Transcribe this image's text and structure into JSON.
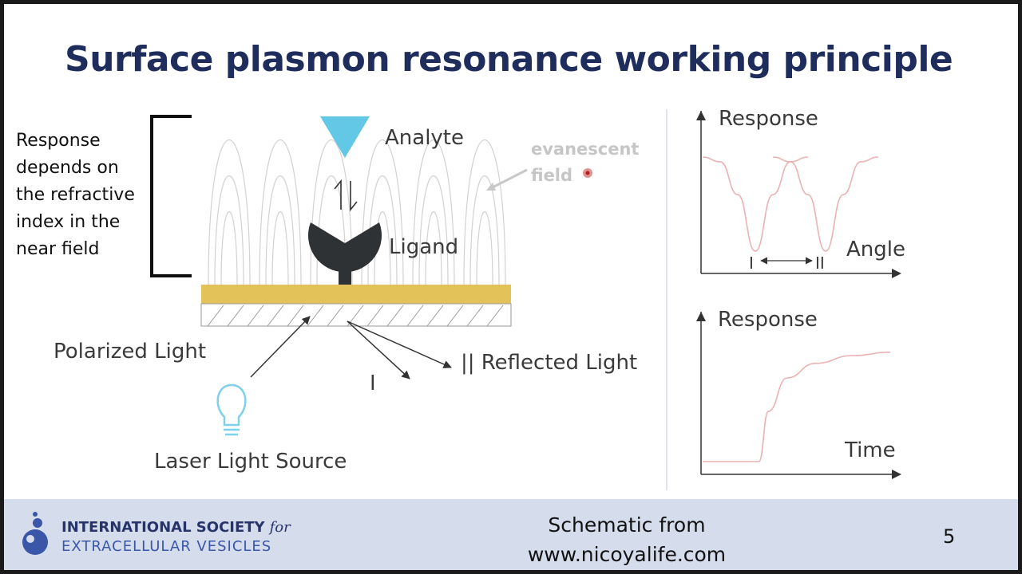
{
  "slide": {
    "title": "Surface plasmon resonance working principle",
    "left_note": [
      "Response",
      "depends on",
      "the refractive",
      "index in the",
      "near field"
    ],
    "diagram": {
      "analyte": "Analyte",
      "ligand": "Ligand",
      "evanescent_line1": "evanescent",
      "evanescent_line2": "field",
      "polarized_light": "Polarized Light",
      "reflected_light": "|| Reflected Light",
      "marker_i": "I",
      "laser_source": "Laser Light Source"
    },
    "charts": [
      {
        "type": "line",
        "ylabel": "Response",
        "xlabel": "Angle",
        "markers": [
          "I",
          "II"
        ]
      },
      {
        "type": "line",
        "ylabel": "Response",
        "xlabel": "Time"
      }
    ]
  },
  "chart_data": [
    {
      "type": "line",
      "xlabel": "Angle",
      "ylabel": "Response",
      "series": [
        {
          "x": [
            0,
            0.1,
            0.2,
            0.3,
            0.4,
            0.5,
            0.6
          ],
          "y": [
            1,
            0.95,
            0.6,
            0,
            0.6,
            0.95,
            1
          ]
        },
        {
          "x": [
            0.4,
            0.5,
            0.6,
            0.7,
            0.8,
            0.9,
            1.0
          ],
          "y": [
            1,
            0.95,
            0.6,
            0,
            0.6,
            0.95,
            1
          ]
        }
      ],
      "annotations": [
        "I",
        "II"
      ]
    },
    {
      "type": "line",
      "xlabel": "Time",
      "ylabel": "Response",
      "series": [
        {
          "x": [
            0,
            0.3,
            0.35,
            0.45,
            0.6,
            0.8,
            1.0
          ],
          "y": [
            0,
            0,
            0.45,
            0.75,
            0.88,
            0.95,
            0.98
          ]
        }
      ]
    }
  ],
  "footer": {
    "org_line1": "INTERNATIONAL SOCIETY",
    "org_for": "for",
    "org_line2": "EXTRACELLULAR VESICLES",
    "credit_line1": "Schematic from",
    "credit_line2": "www.nicoyalife.com",
    "page_number": "5"
  },
  "colors": {
    "title": "#1f2d5c",
    "gold_layer": "#e4c25a",
    "analyte": "#63c7e6",
    "ligand": "#2f3234",
    "curve": "#eab2b2",
    "footer_bg": "#d5dded"
  }
}
